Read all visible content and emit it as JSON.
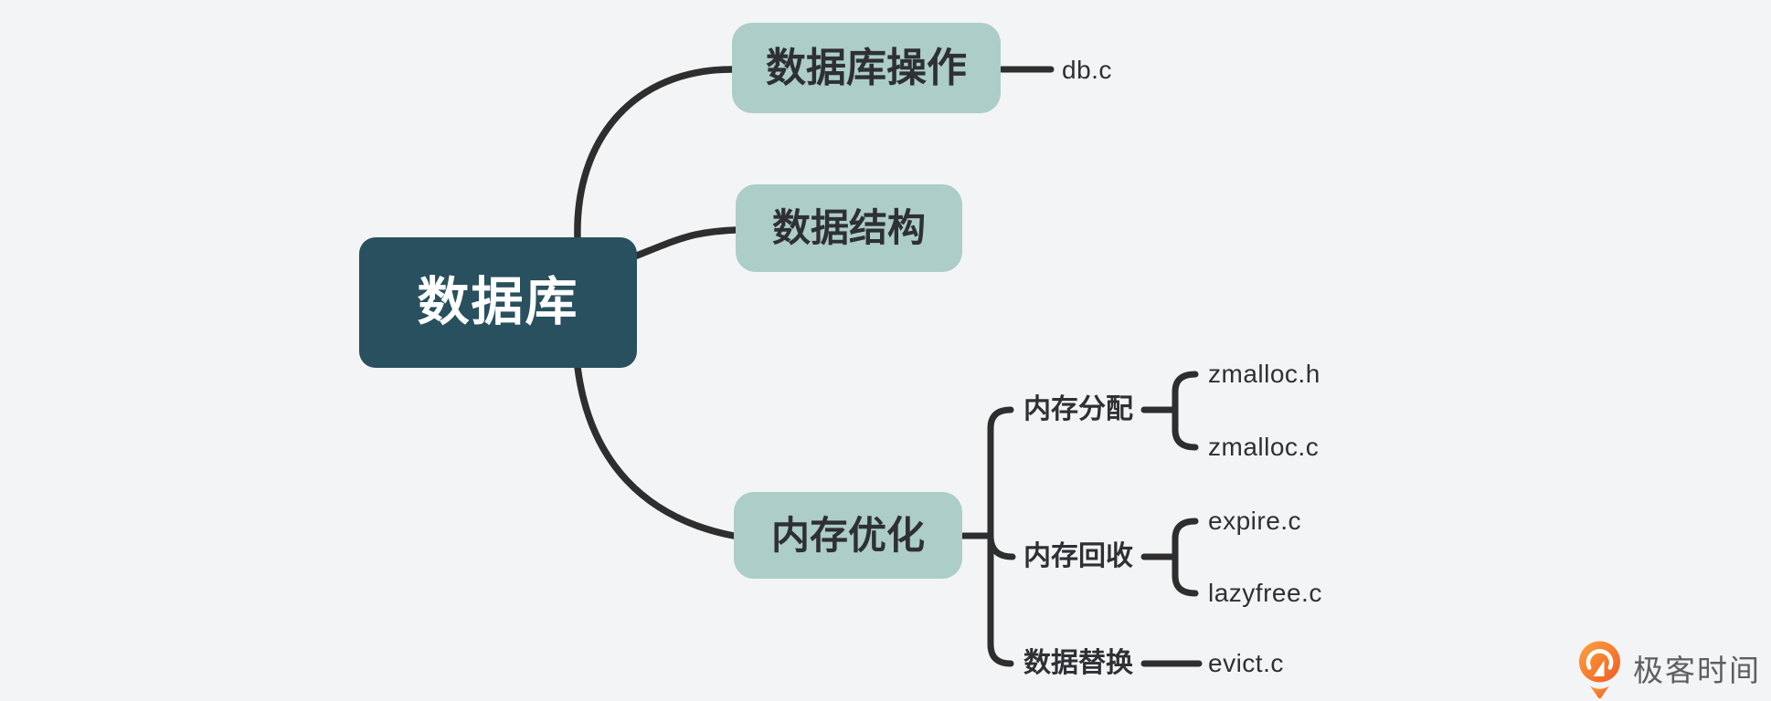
{
  "mindmap": {
    "root_label": "数据库",
    "branches": [
      {
        "label": "数据库操作",
        "files": [
          "db.c"
        ]
      },
      {
        "label": "数据结构",
        "files": []
      },
      {
        "label": "内存优化",
        "children": [
          {
            "label": "内存分配",
            "files": [
              "zmalloc.h",
              "zmalloc.c"
            ]
          },
          {
            "label": "内存回收",
            "files": [
              "expire.c",
              "lazyfree.c"
            ]
          },
          {
            "label": "数据替换",
            "files": [
              "evict.c"
            ]
          }
        ]
      }
    ]
  },
  "watermark": {
    "brand": "极客时间"
  },
  "colors": {
    "background": "#f3f4f6",
    "root_node": "#29505f",
    "branch_node": "#accdc8",
    "connector": "#2e2e2e",
    "text_dark": "#2e3033",
    "root_text": "#ffffff",
    "brand_orange": "#f4731f",
    "brand_text": "#5e5e5e"
  }
}
